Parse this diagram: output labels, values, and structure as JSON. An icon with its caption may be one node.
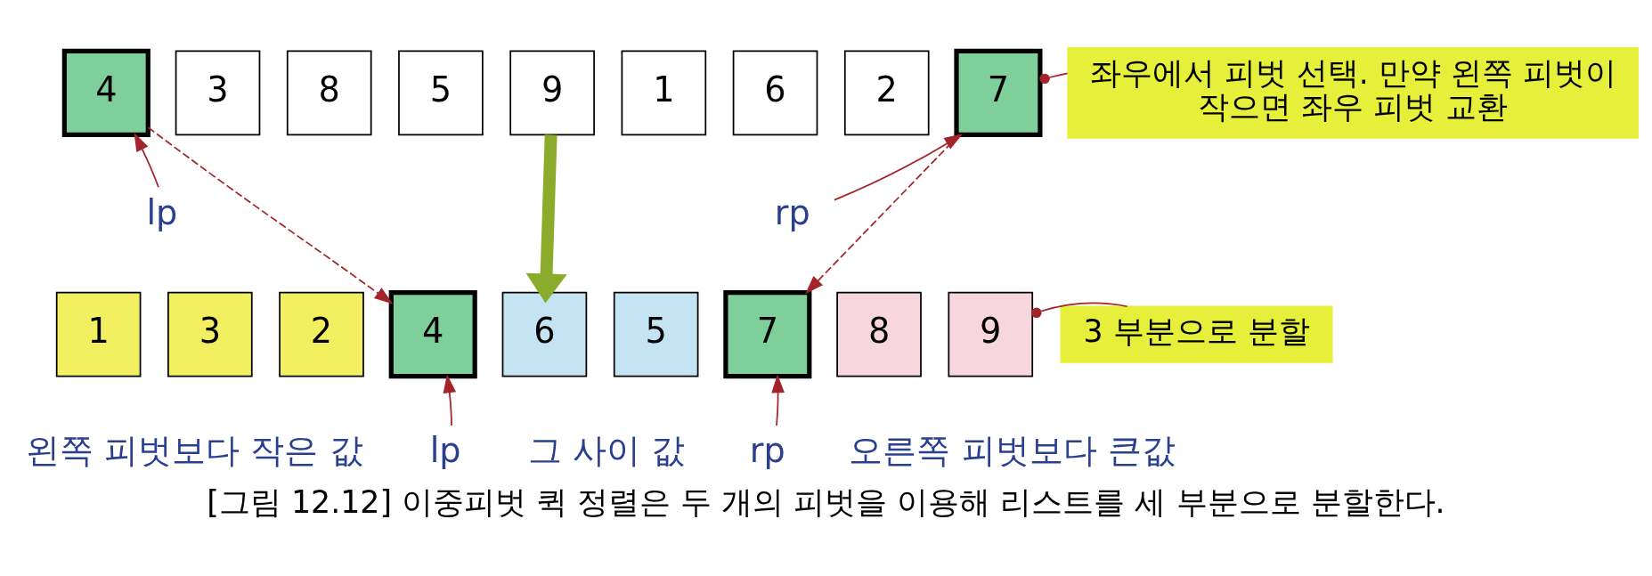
{
  "diagram": {
    "caption": "[그림 12.12] 이중피벗 퀵 정렬은 두 개의 피벗을 이용해 리스트를 세 부분으로 분할한다.",
    "nodes": [
      {
        "text": [
          "4"
        ]
      },
      {
        "text": [
          "3"
        ]
      },
      {
        "text": [
          "8"
        ]
      },
      {
        "text": [
          "5"
        ]
      },
      {
        "text": [
          "9"
        ]
      },
      {
        "text": [
          "1"
        ]
      },
      {
        "text": [
          "6"
        ]
      },
      {
        "text": [
          "2"
        ]
      },
      {
        "text": [
          "7"
        ]
      },
      {
        "text": [
          "좌우에서 피벗 선택. 만약 왼쪽 피벗이 작으면 좌우 피벗 교환"
        ]
      },
      {
        "text": [
          "lp"
        ]
      },
      {
        "text": [
          "rp"
        ]
      },
      {
        "text": [
          "1"
        ]
      },
      {
        "text": [
          "3"
        ]
      },
      {
        "text": [
          "2"
        ]
      },
      {
        "text": [
          "4"
        ]
      },
      {
        "text": [
          "6"
        ]
      },
      {
        "text": [
          "5"
        ]
      },
      {
        "text": [
          "7"
        ]
      },
      {
        "text": [
          "8"
        ]
      },
      {
        "text": [
          "9"
        ]
      },
      {
        "text": [
          "3 부분으로 분할"
        ]
      },
      {
        "text": [
          "lp"
        ]
      },
      {
        "text": [
          "rp"
        ]
      }
    ],
    "edges": [
      {
        "from": 9,
        "to": 8,
        "arrow": "other"
      },
      {
        "from": 10,
        "to": 0,
        "arrow": "to"
      },
      {
        "from": 11,
        "to": 8,
        "arrow": "to"
      },
      {
        "from": 0,
        "to": 15,
        "arrow": "to",
        "style": "dashed"
      },
      {
        "from": 8,
        "to": 18,
        "arrow": "to",
        "style": "dashed"
      },
      {
        "from": 4,
        "to": 16,
        "arrow": "to",
        "style": "thick",
        "color": "#8aac2a"
      },
      {
        "from": 21,
        "to": 20,
        "arrow": "other"
      },
      {
        "from": 22,
        "to": 15,
        "arrow": "to"
      },
      {
        "from": 23,
        "to": 18,
        "arrow": "to"
      }
    ],
    "labels": [
      "왼쪽 피벗보다 작은 값",
      "그 사이 값",
      "오른쪽 피벗보다 큰값"
    ]
  }
}
